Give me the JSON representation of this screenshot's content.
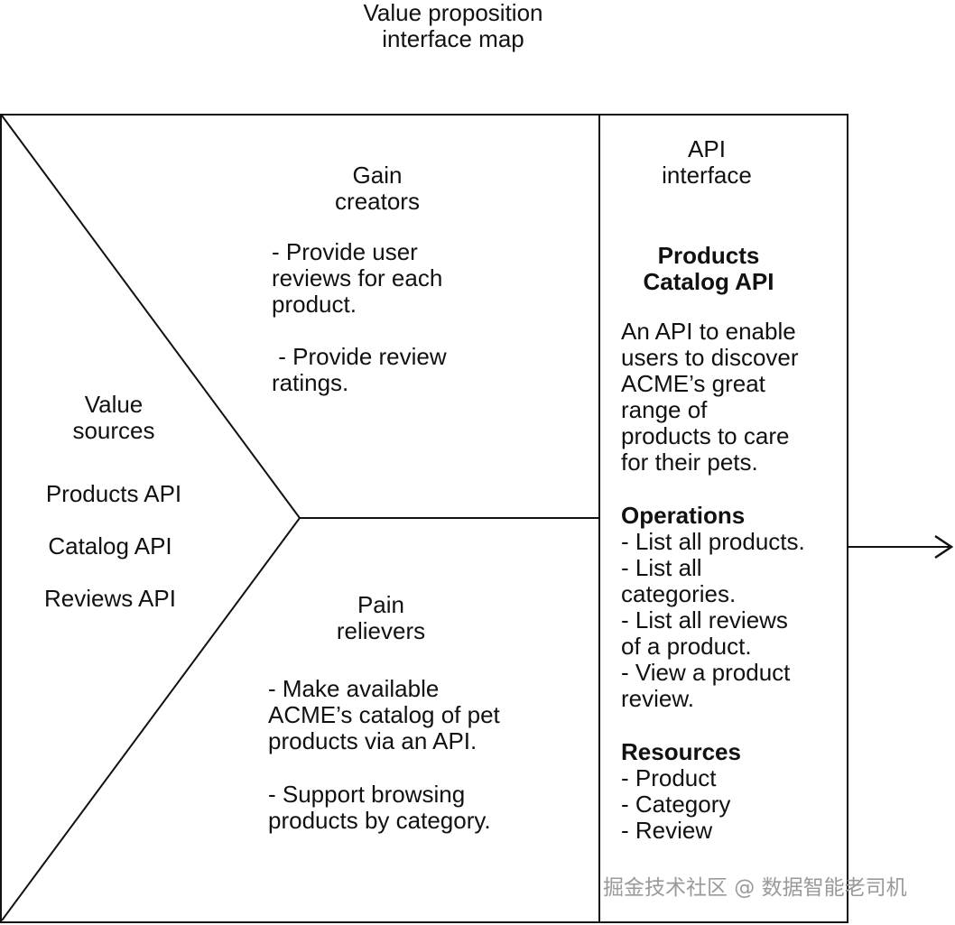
{
  "title": "Value proposition\ninterface map",
  "value_sources": {
    "heading": "Value\nsources",
    "items": [
      "Products API",
      "Catalog API",
      "Reviews API"
    ]
  },
  "gain_creators": {
    "heading": "Gain\ncreators",
    "items": [
      "- Provide user\nreviews for each\nproduct.",
      " - Provide review\nratings."
    ]
  },
  "pain_relievers": {
    "heading": "Pain\nrelievers",
    "items": [
      "- Make available\nACME’s catalog of pet\nproducts via an API.",
      "- Support browsing\nproducts by category."
    ]
  },
  "api_interface": {
    "heading": "API\ninterface",
    "name": "Products\nCatalog API",
    "description": "An API to enable\nusers to discover\nACME’s great\nrange of\nproducts to care\nfor their pets.",
    "operations_heading": "Operations",
    "operations": "- List all products.\n- List all\ncategories.\n- List all reviews\nof a product.\n- View a product\nreview.",
    "resources_heading": "Resources",
    "resources": "- Product\n- Category\n- Review"
  },
  "watermark": "掘金技术社区 @ 数据智能老司机"
}
